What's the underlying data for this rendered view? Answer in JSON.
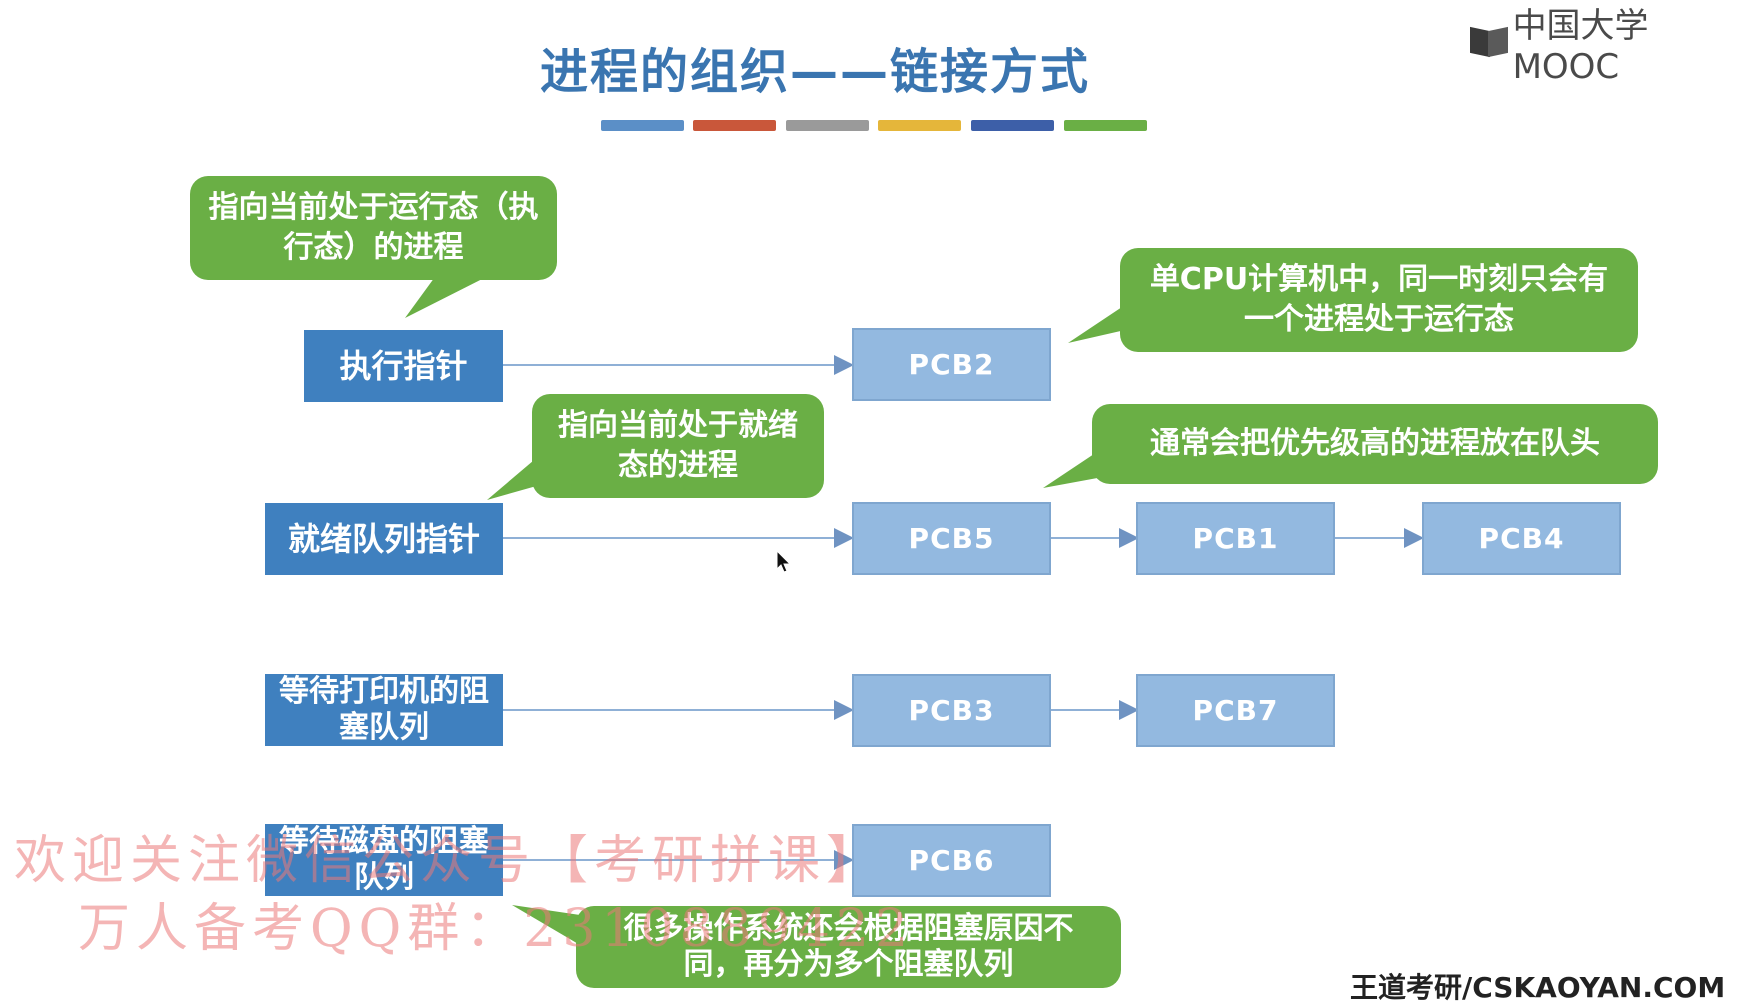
{
  "slide": {
    "title": "进程的组织——链接方式",
    "title_bar_colors": [
      "#5b8fc7",
      "#c9573a",
      "#9a9a9a",
      "#e5b63a",
      "#3d5fa8",
      "#6aaf45"
    ]
  },
  "logo": {
    "text": "中国大学MOOC"
  },
  "pointers": {
    "exec": "执行指针",
    "ready": "就绪队列指针",
    "wait_printer": "等待打印机的阻塞队列",
    "wait_disk": "等待磁盘的阻塞队列"
  },
  "pcbs": {
    "pcb2": "PCB2",
    "pcb5": "PCB5",
    "pcb1": "PCB1",
    "pcb4": "PCB4",
    "pcb3": "PCB3",
    "pcb7": "PCB7",
    "pcb6": "PCB6"
  },
  "callouts": {
    "running_pointer": "指向当前处于运行态（执行态）的进程",
    "single_cpu": "单CPU计算机中，同一时刻只会有一个进程处于运行态",
    "ready_pointer": "指向当前处于就绪态的进程",
    "priority_head": "通常会把优先级高的进程放在队头",
    "multiple_queues": "很多操作系统还会根据阻塞原因不同，再分为多个阻塞队列"
  },
  "watermark": {
    "line1": "欢迎关注微信公众号【考研拼课】",
    "line2": "万人备考QQ群：2310889422"
  },
  "footer": {
    "text": "王道考研/CSKAOYAN.COM"
  }
}
